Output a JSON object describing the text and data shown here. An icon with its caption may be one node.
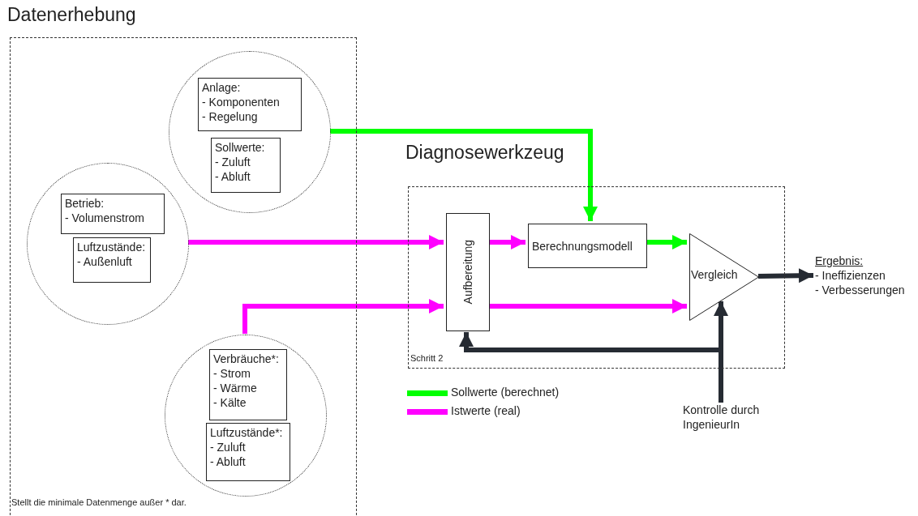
{
  "diagram": {
    "nodes": [
      {
        "text": [
          "Datenerhebung"
        ]
      },
      {
        "text": [],
        "shape": "circle",
        "in": 0
      },
      {
        "text": [
          "Anlage: - Komponenten - Regelung"
        ],
        "in": 1
      },
      {
        "text": [
          "Sollwerte: - Zuluft - Abluft"
        ],
        "in": 1
      },
      {
        "text": [],
        "shape": "circle",
        "in": 0
      },
      {
        "text": [
          "Betrieb: - Volumenstrom"
        ],
        "in": 4
      },
      {
        "text": [
          "Luftzustände: - Außenluft"
        ],
        "in": 4
      },
      {
        "text": [],
        "shape": "circle",
        "in": 0
      },
      {
        "text": [
          "Verbräuche*: - Strom - Wärme - Kälte"
        ],
        "in": 7
      },
      {
        "text": [
          "Luftzustände*: - Zuluft - Abluft"
        ],
        "in": 7
      },
      {
        "text": [
          "Diagnosewerkzeug",
          "Schritt 2"
        ]
      },
      {
        "text": [
          "Aufbereitung"
        ],
        "in": 10
      },
      {
        "text": [
          "Berechnungsmodell"
        ],
        "in": 10
      },
      {
        "text": [
          "Vergleich"
        ],
        "in": 10
      },
      {
        "text": [
          "Ergebnis:",
          "- Ineffizienzen - Verbesserungen"
        ]
      },
      {
        "text": [
          "Kontrolle durch IngenieurIn"
        ]
      }
    ],
    "edges": [
      {
        "from": 1,
        "to": 12,
        "arrow": "to",
        "color": "#00ff00"
      },
      {
        "from": 4,
        "to": 11,
        "arrow": "to",
        "color": "#ff00ff"
      },
      {
        "from": 7,
        "to": 11,
        "arrow": "to",
        "color": "#ff00ff"
      },
      {
        "from": 11,
        "to": 12,
        "arrow": "to",
        "color": "#ff00ff"
      },
      {
        "from": 12,
        "to": 13,
        "arrow": "to",
        "color": "#00ff00"
      },
      {
        "from": 11,
        "to": 13,
        "arrow": "to",
        "color": "#ff00ff"
      },
      {
        "from": 13,
        "to": 14,
        "arrow": "to",
        "color": "#262b33"
      },
      {
        "from": 15,
        "to": 13,
        "arrow": "to",
        "color": "#262b33"
      },
      {
        "from": 15,
        "to": 11,
        "arrow": "to",
        "color": "#262b33"
      }
    ],
    "labels": [
      "Stellt die minimale Datenmenge außer * dar."
    ],
    "legend": [
      {
        "text": "Sollwerte (berechnet)",
        "color": "#00ff00"
      },
      {
        "text": "Istwerte (real)",
        "color": "#ff00ff"
      }
    ]
  }
}
